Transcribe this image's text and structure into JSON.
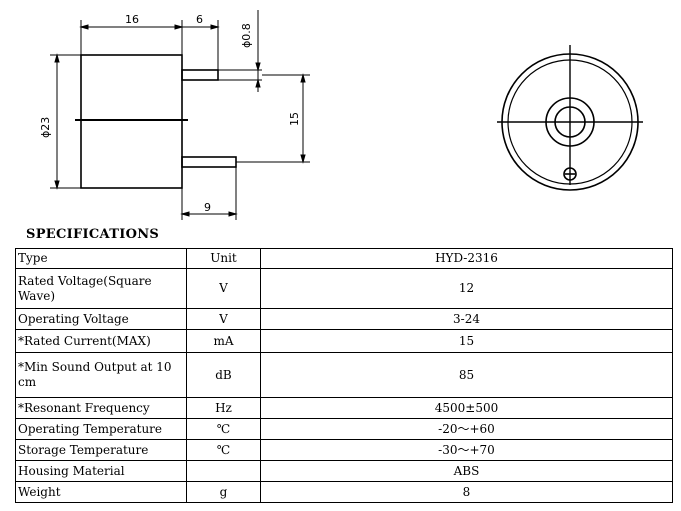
{
  "drawing": {
    "dims": {
      "body_length": "16",
      "pin_length": "6",
      "pin_diameter": "ϕ0.8",
      "body_diameter": "ϕ23",
      "pin_spacing": "15",
      "pin_offset": "9"
    }
  },
  "specs": {
    "heading": "SPECIFICATIONS",
    "header": {
      "param": "Type",
      "unit": "Unit",
      "value": "HYD-2316"
    },
    "rows": [
      {
        "param": "Rated Voltage(Square Wave)",
        "unit": "V",
        "value": "12"
      },
      {
        "param": "Operating Voltage",
        "unit": "V",
        "value": "3-24"
      },
      {
        "param": "*Rated Current(MAX)",
        "unit": "mA",
        "value": "15"
      },
      {
        "param": "*Min Sound Output at 10 cm",
        "unit": "dB",
        "value": "85"
      },
      {
        "param": "*Resonant Frequency",
        "unit": "Hz",
        "value": "4500±500"
      },
      {
        "param": "Operating Temperature",
        "unit": "℃",
        "value": "-20～+60"
      },
      {
        "param": "Storage Temperature",
        "unit": "℃",
        "value": "-30～+70"
      },
      {
        "param": "Housing Material",
        "unit": "",
        "value": "ABS"
      },
      {
        "param": "Weight",
        "unit": "g",
        "value": "8"
      }
    ]
  }
}
